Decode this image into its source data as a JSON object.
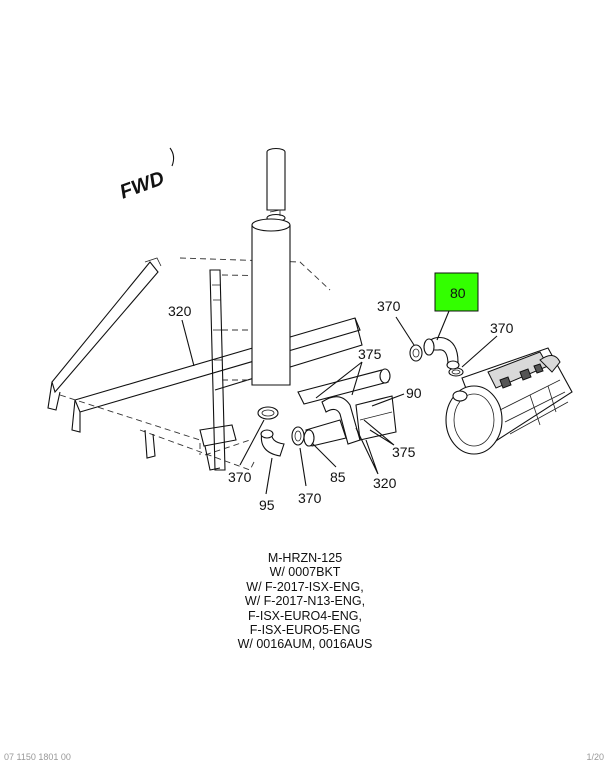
{
  "direction_label": "FWD",
  "highlight_color": "#33ff00",
  "callouts": {
    "c80": "80",
    "c370_top": "370",
    "c370_right": "370",
    "c320_left": "320",
    "c375_top": "375",
    "c90": "90",
    "c375_right": "375",
    "c370_left": "370",
    "c85": "85",
    "c320_bottom": "320",
    "c95": "95",
    "c370_bottom": "370"
  },
  "notes": [
    "M-HRZN-125",
    "W/ 0007BKT",
    "W/ F-2017-ISX-ENG,",
    "W/ F-2017-N13-ENG,",
    "F-ISX-EURO4-ENG,",
    "F-ISX-EURO5-ENG",
    "W/ 0016AUM, 0016AUS"
  ],
  "footer": {
    "left": "07 1150 1801 00",
    "right": "1/20"
  }
}
